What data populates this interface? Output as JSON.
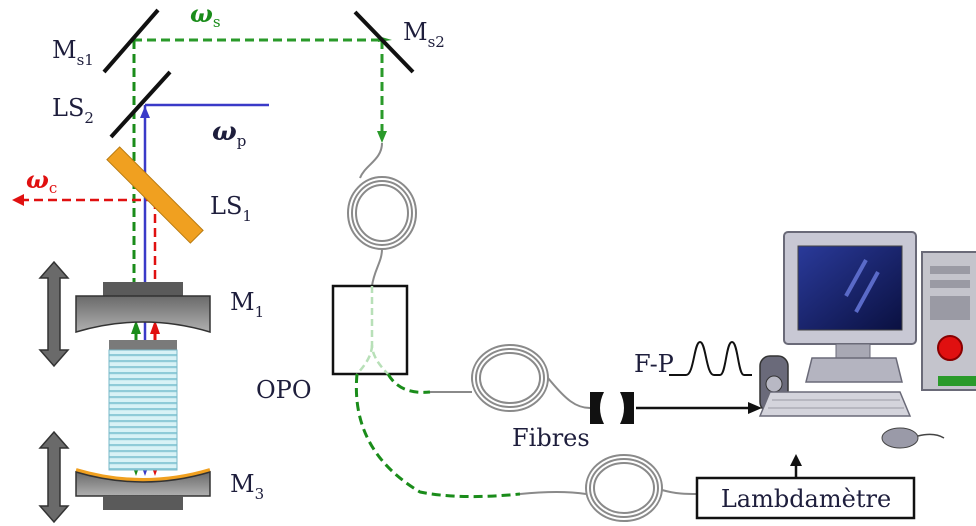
{
  "labels": {
    "ms1": {
      "main": "M",
      "sub": "s1"
    },
    "ms2": {
      "main": "M",
      "sub": "s2"
    },
    "ls2": {
      "main": "LS",
      "sub": "2"
    },
    "ls1": {
      "main": "LS",
      "sub": "1"
    },
    "m1": {
      "main": "M",
      "sub": "1"
    },
    "m3": {
      "main": "M",
      "sub": "3"
    },
    "omega_s": {
      "main": "ω",
      "sub": "s"
    },
    "omega_p": {
      "main": "ω",
      "sub": "p"
    },
    "omega_c": {
      "main": "ω",
      "sub": "c"
    },
    "opo": "OPO",
    "fibres": "Fibres",
    "fp": "F-P",
    "lambdametre": "Lambdamètre"
  },
  "colors": {
    "signal": "#1a8c1a",
    "pump": "#3a3ac8",
    "complementary": "#e01010",
    "mirror": "#111111",
    "beamsplitter": "#f0a020",
    "cavity_mirror": "#6e6e6e",
    "fiber": "#8a8a8a",
    "crystal": "#a8e0e8",
    "text": "#1e1e3c"
  },
  "icons": [
    "double-arrow-icon",
    "fiber-coil-icon",
    "lens-icon",
    "computer-icon",
    "speaker-icon",
    "mouse-icon",
    "keyboard-icon"
  ]
}
